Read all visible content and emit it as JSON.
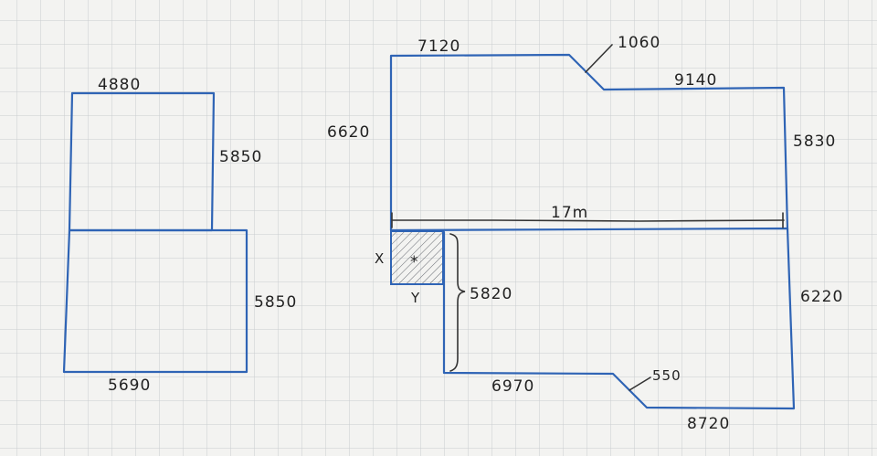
{
  "colors": {
    "paper": "#f3f3f1",
    "grid": "#c9cccf",
    "ink": "#2f64b5",
    "pencil": "#222222"
  },
  "left_plan": {
    "top_width": "4880",
    "top_height": "5850",
    "bottom_height": "5850",
    "bottom_width": "5690"
  },
  "right_plan": {
    "top_left_width": "7120",
    "chamfer_top": "1060",
    "top_right_width": "9140",
    "left_height": "6620",
    "right_upper_height": "5830",
    "span_label": "17m",
    "marker_x": "X",
    "marker_y": "Y",
    "marker_star": "*",
    "inner_height": "5820",
    "right_lower_height": "6220",
    "bottom_left_width": "6970",
    "chamfer_bottom": "550",
    "bottom_right_width": "8720"
  }
}
